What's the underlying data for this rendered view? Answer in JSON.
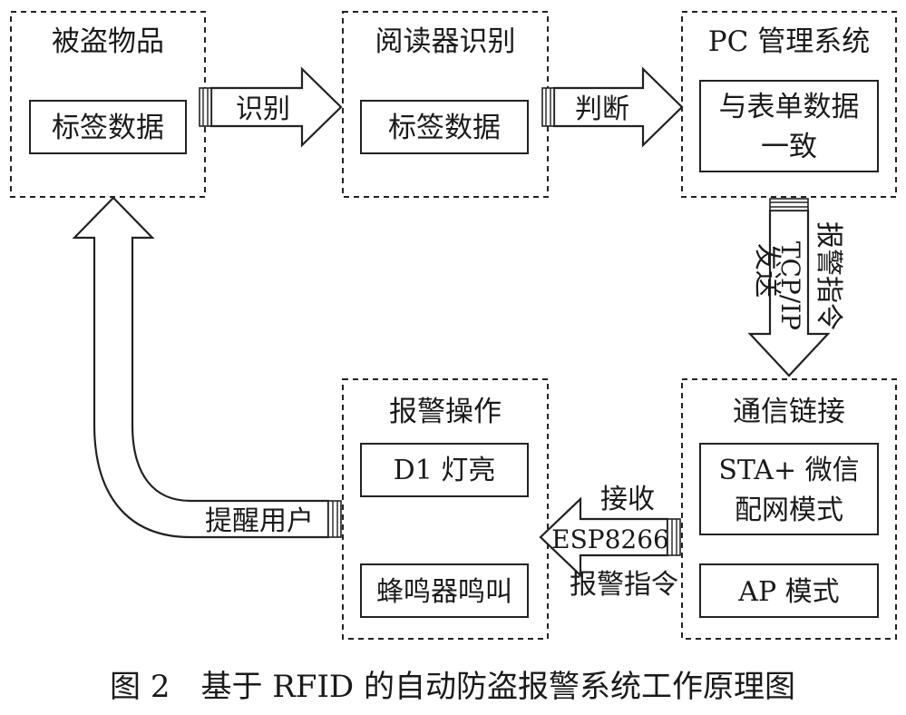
{
  "colors": {
    "stroke": "#222222",
    "background": "#ffffff",
    "text": "#1a1a1a"
  },
  "modules": {
    "stolen_item": {
      "title": "被盗物品",
      "inner": "标签数据"
    },
    "reader": {
      "title": "阅读器识别",
      "inner": "标签数据"
    },
    "pc": {
      "title": "PC 管理系统",
      "inner_line1": "与表单数据",
      "inner_line2": "一致"
    },
    "comm": {
      "title": "通信链接",
      "mode1_line1": "STA+ 微信",
      "mode1_line2": "配网模式",
      "mode2": "AP 模式"
    },
    "alarm": {
      "title": "报警操作",
      "action1": "D1 灯亮",
      "action2": "蜂鸣器鸣叫"
    }
  },
  "arrows": {
    "identify": "识别",
    "judge": "判断",
    "send": {
      "left": "发送",
      "middle": "TCP/IP",
      "right": "报警指令"
    },
    "receive": {
      "top": "接收",
      "middle": "ESP8266",
      "bottom": "报警指令"
    },
    "remind": "提醒用户"
  },
  "caption": "图 2　基于 RFID 的自动防盗报警系统工作原理图"
}
